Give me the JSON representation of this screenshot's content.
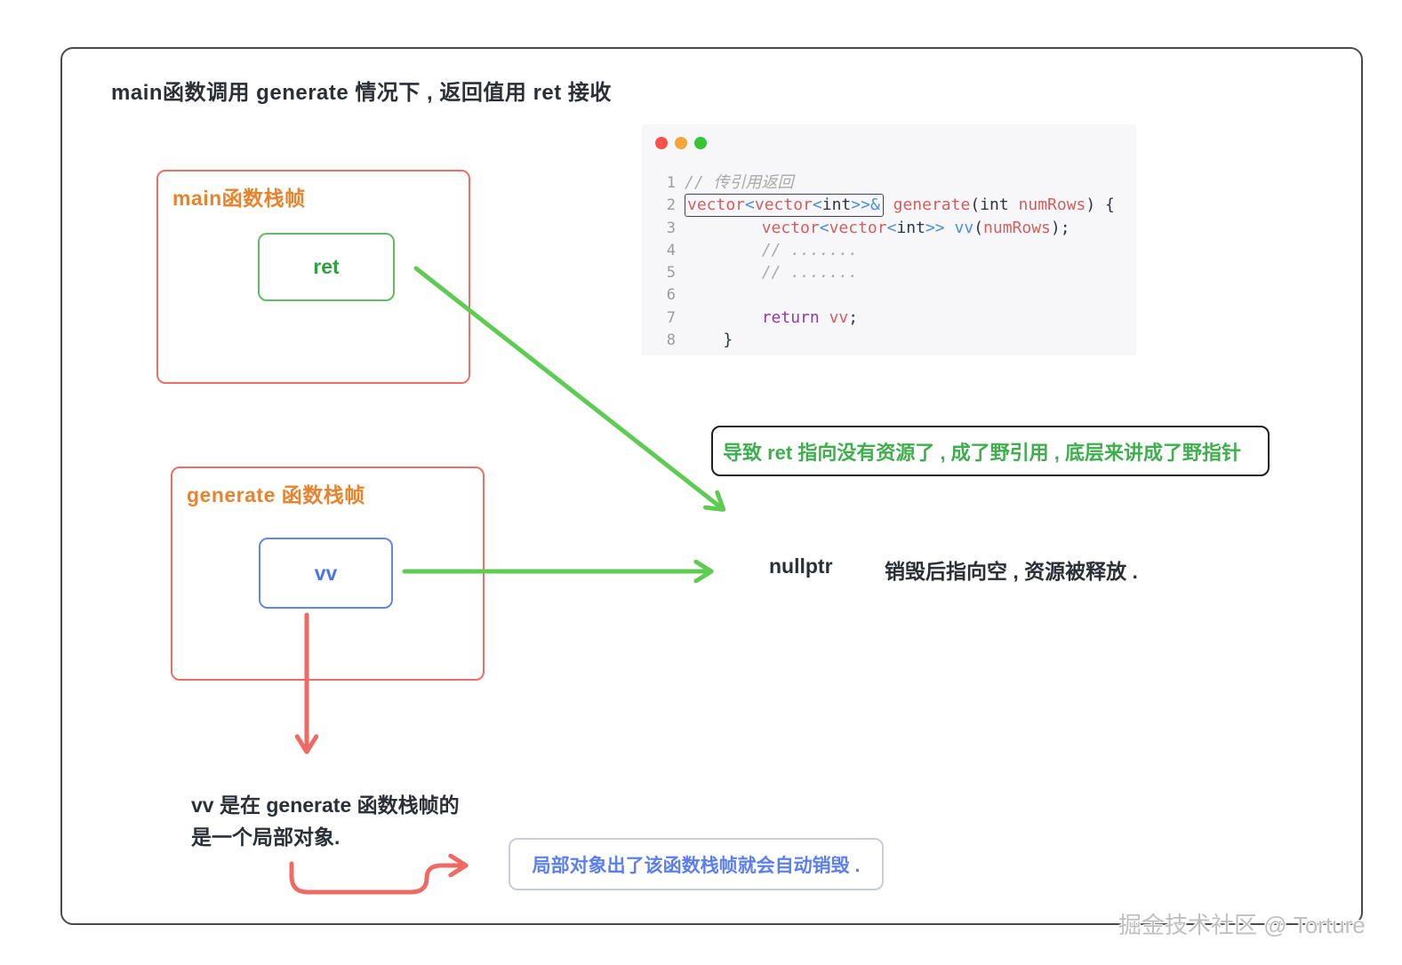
{
  "title": "main函数调用 generate 情况下 , 返回值用 ret 接收",
  "main_frame": {
    "label": "main函数栈帧",
    "var": "ret"
  },
  "generate_frame": {
    "label": "generate 函数栈帧",
    "var": "vv"
  },
  "code_panel": {
    "window_dots": [
      "close",
      "minimize",
      "maximize"
    ],
    "lines": [
      [
        [
          "c",
          "// 传引用返回"
        ]
      ],
      [
        [
          "t",
          "vector",
          1
        ],
        [
          "b",
          "<",
          1
        ],
        [
          "t",
          "vector",
          1
        ],
        [
          "b",
          "<",
          1
        ],
        [
          "p",
          "int",
          1
        ],
        [
          "b",
          ">>&",
          1
        ],
        [
          "p",
          " "
        ],
        [
          "t",
          "generate"
        ],
        [
          "p",
          "(int "
        ],
        [
          "t",
          "numRows"
        ],
        [
          "p",
          ") {"
        ]
      ],
      [
        [
          "p",
          "        "
        ],
        [
          "t",
          "vector"
        ],
        [
          "b",
          "<"
        ],
        [
          "t",
          "vector"
        ],
        [
          "b",
          "<"
        ],
        [
          "p",
          "int"
        ],
        [
          "b",
          ">>"
        ],
        [
          "p",
          " "
        ],
        [
          "b",
          "vv"
        ],
        [
          "p",
          "("
        ],
        [
          "t",
          "numRows"
        ],
        [
          "p",
          ");"
        ]
      ],
      [
        [
          "p",
          "        "
        ],
        [
          "c",
          "// ......."
        ]
      ],
      [
        [
          "p",
          "        "
        ],
        [
          "c",
          "// ......."
        ]
      ],
      [],
      [
        [
          "p",
          "        "
        ],
        [
          "k",
          "return"
        ],
        [
          "p",
          " "
        ],
        [
          "t",
          "vv"
        ],
        [
          "p",
          ";"
        ]
      ],
      [
        [
          "p",
          "    }"
        ]
      ]
    ]
  },
  "wild_callout": "导致 ret 指向没有资源了 , 成了野引用 , 底层来讲成了野指针",
  "nullptr_row": {
    "label": "nullptr",
    "note": "销毁后指向空 , 资源被释放 ."
  },
  "local_note": {
    "line1": "vv 是在 generate 函数栈帧的",
    "line2": "是一个局部对象."
  },
  "destroy_callout": "局部对象出了该函数栈帧就会自动销毁 .",
  "watermark": "掘金技术社区 @ Torture",
  "colors": {
    "frame_red": "#ee6e66",
    "label_orange": "#e8832e",
    "ret_green": "#2f9e44",
    "vv_blue": "#4a73e8",
    "arrow_green": "#5ecc52",
    "arrow_red": "#ee6a62",
    "callout_green_text": "#3fae4d",
    "callout_blue_text": "#5b7fee",
    "code_bg": "#f7f7f9"
  }
}
